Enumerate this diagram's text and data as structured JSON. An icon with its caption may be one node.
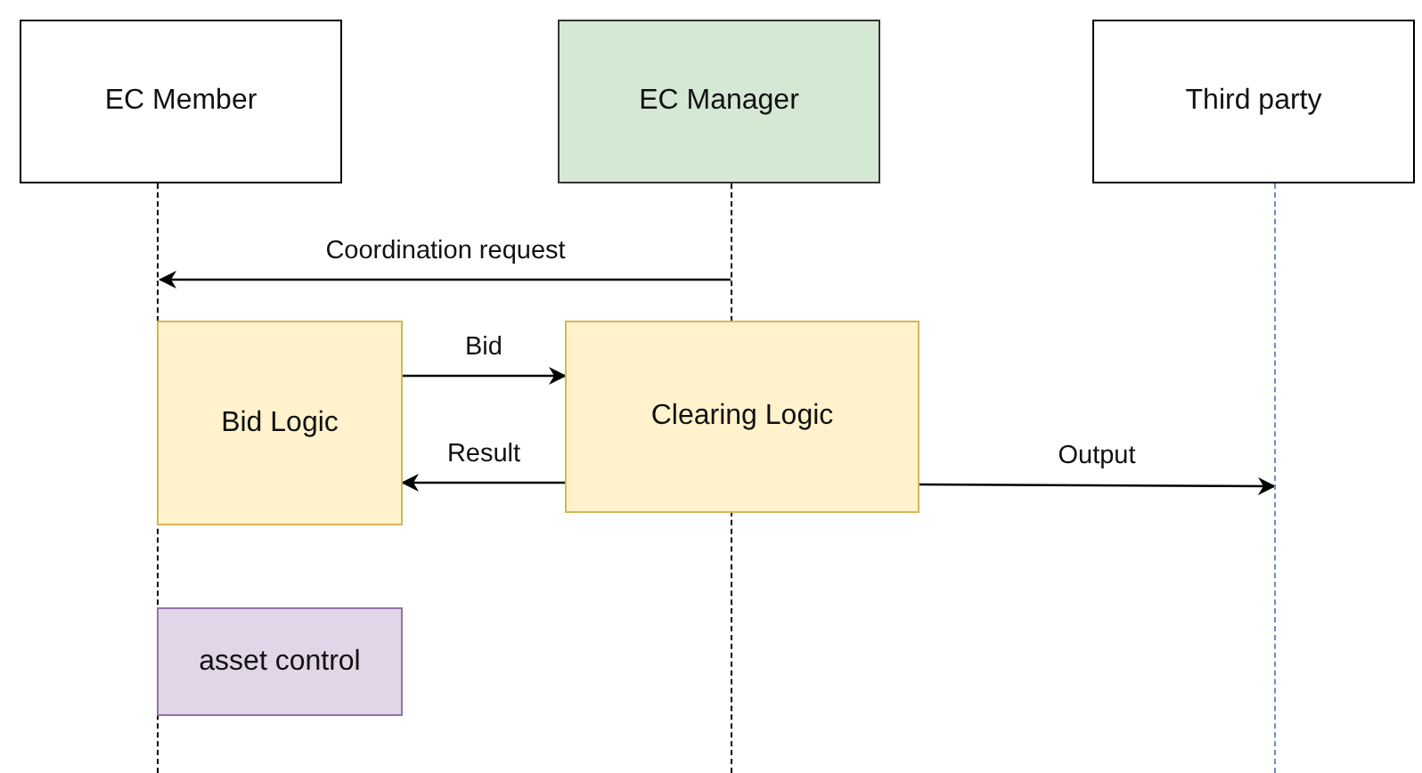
{
  "diagram": {
    "nodes": [
      {
        "text": [
          "EC Member"
        ]
      },
      {
        "text": [
          "EC Manager"
        ]
      },
      {
        "text": [
          "Third party"
        ]
      },
      {
        "text": [],
        "shape": "line"
      },
      {
        "text": [],
        "shape": "line"
      },
      {
        "text": [],
        "shape": "line"
      },
      {
        "text": [
          "Bid Logic"
        ]
      },
      {
        "text": [
          "Clearing Logic"
        ]
      },
      {
        "text": [
          "asset control"
        ]
      }
    ],
    "edges": [
      {
        "from": 4,
        "to": 3,
        "arrow": "to",
        "label": "Coordination request"
      },
      {
        "from": 6,
        "to": 7,
        "arrow": "to",
        "label": "Bid"
      },
      {
        "from": 7,
        "to": 6,
        "arrow": "to",
        "label": "Result"
      },
      {
        "from": 7,
        "to": 5,
        "arrow": "to",
        "label": "Output"
      }
    ]
  }
}
